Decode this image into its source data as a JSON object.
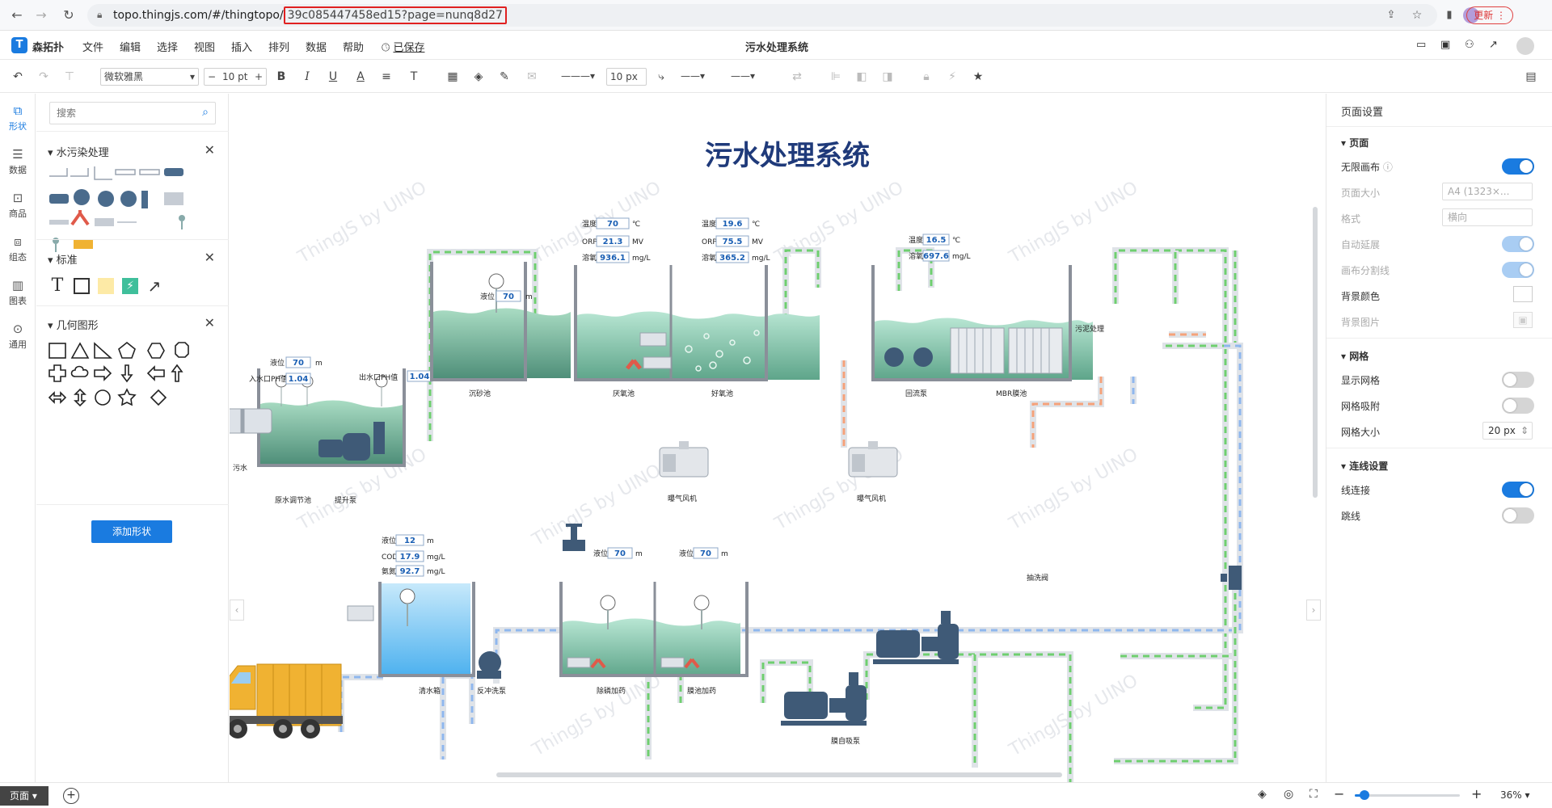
{
  "browser": {
    "url_prefix": "topo.thingjs.com/#/thingtopo/",
    "url_highlight": "39c085447458ed15?page=nunq8d27",
    "update_label": "更新"
  },
  "app": {
    "logo_text": "森拓扑",
    "doc_title": "污水处理系统",
    "saved_label": "已保存",
    "menus": [
      "文件",
      "编辑",
      "选择",
      "视图",
      "插入",
      "排列",
      "数据",
      "帮助"
    ]
  },
  "toolbar": {
    "font_family": "微软雅黑",
    "font_size": "10 pt",
    "line_width": "10 px"
  },
  "rail": [
    "形状",
    "数据",
    "商品",
    "组态",
    "图表",
    "通用"
  ],
  "shapes_panel": {
    "search_placeholder": "搜索",
    "sections": [
      {
        "title": "水污染处理"
      },
      {
        "title": "标准"
      },
      {
        "title": "几何图形"
      }
    ],
    "add_button": "添加形状"
  },
  "diagram": {
    "title": "污水处理系统",
    "watermark": "ThingJS by UINO",
    "labels": {
      "wushui": "污水",
      "yuanshui": "原水调节池",
      "tisheng": "提升泵",
      "chensha": "沉砂池",
      "yanyang": "厌氧池",
      "haoyang": "好氧池",
      "huiliu": "回流泵",
      "mbr": "MBR膜池",
      "wuni": "污泥处理",
      "baoqi1": "曝气风机",
      "baoqi2": "曝气风机",
      "chouxi": "抽洗阀",
      "qingshui": "清水箱",
      "fanchong": "反冲洗泵",
      "chulin": "除磷加药",
      "mochi": "膜池加药",
      "mozi": "膜自吸泵"
    },
    "gauges": {
      "t1_level_label": "液位",
      "t1_level": "70",
      "t1_level_unit": "m",
      "t1_ph_label": "入水口PH值",
      "t1_ph": "1.04",
      "out_ph_label": "出水口PH值",
      "out_ph": "1.04",
      "t2_level_label": "液位",
      "t2_level": "70",
      "t2_level_unit": "m",
      "a_temp_label": "温度",
      "a_temp": "70",
      "a_temp_unit": "℃",
      "a_orp_label": "ORP",
      "a_orp": "21.3",
      "a_orp_unit": "MV",
      "a_do_label": "溶氧",
      "a_do": "936.1",
      "a_do_unit": "mg/L",
      "b_temp_label": "温度",
      "b_temp": "19.6",
      "b_temp_unit": "℃",
      "b_orp_label": "ORP",
      "b_orp": "75.5",
      "b_orp_unit": "MV",
      "b_do_label": "溶氧",
      "b_do": "365.2",
      "b_do_unit": "mg/L",
      "c_temp_label": "温度",
      "c_temp": "16.5",
      "c_temp_unit": "℃",
      "c_do_label": "溶氧",
      "c_do": "697.6",
      "c_do_unit": "mg/L",
      "d_level_label": "液位",
      "d_level": "12",
      "d_level_unit": "m",
      "d_cod_label": "COD",
      "d_cod": "17.9",
      "d_cod_unit": "mg/L",
      "d_nh_label": "氨氮",
      "d_nh": "92.7",
      "d_nh_unit": "mg/L",
      "e_level_label": "液位",
      "e_level": "70",
      "e_level_unit": "m",
      "f_level_label": "液位",
      "f_level": "70",
      "f_level_unit": "m"
    }
  },
  "right_panel": {
    "title": "页面设置",
    "page_section": "页面",
    "infinite_canvas": "无限画布",
    "page_size": "页面大小",
    "page_size_value": "A4 (1323×...",
    "orientation": "格式",
    "orientation_value": "横向",
    "auto_extend": "自动延展",
    "page_divider": "画布分割线",
    "bg_color": "背景颜色",
    "bg_image": "背景图片",
    "grid_section": "网格",
    "show_grid": "显示网格",
    "grid_snap": "网格吸附",
    "grid_size": "网格大小",
    "grid_size_value": "20 px",
    "conn_section": "连线设置",
    "line_connect": "线连接",
    "jump_line": "跳线"
  },
  "statusbar": {
    "page_tab": "页面",
    "zoom": "36%",
    "zoom_level": 0.36
  },
  "colors": {
    "accent": "#1a7be0",
    "title": "#1f3a7a",
    "water_green": "#7fc6a8",
    "water_blue": "#7cc4f2"
  }
}
